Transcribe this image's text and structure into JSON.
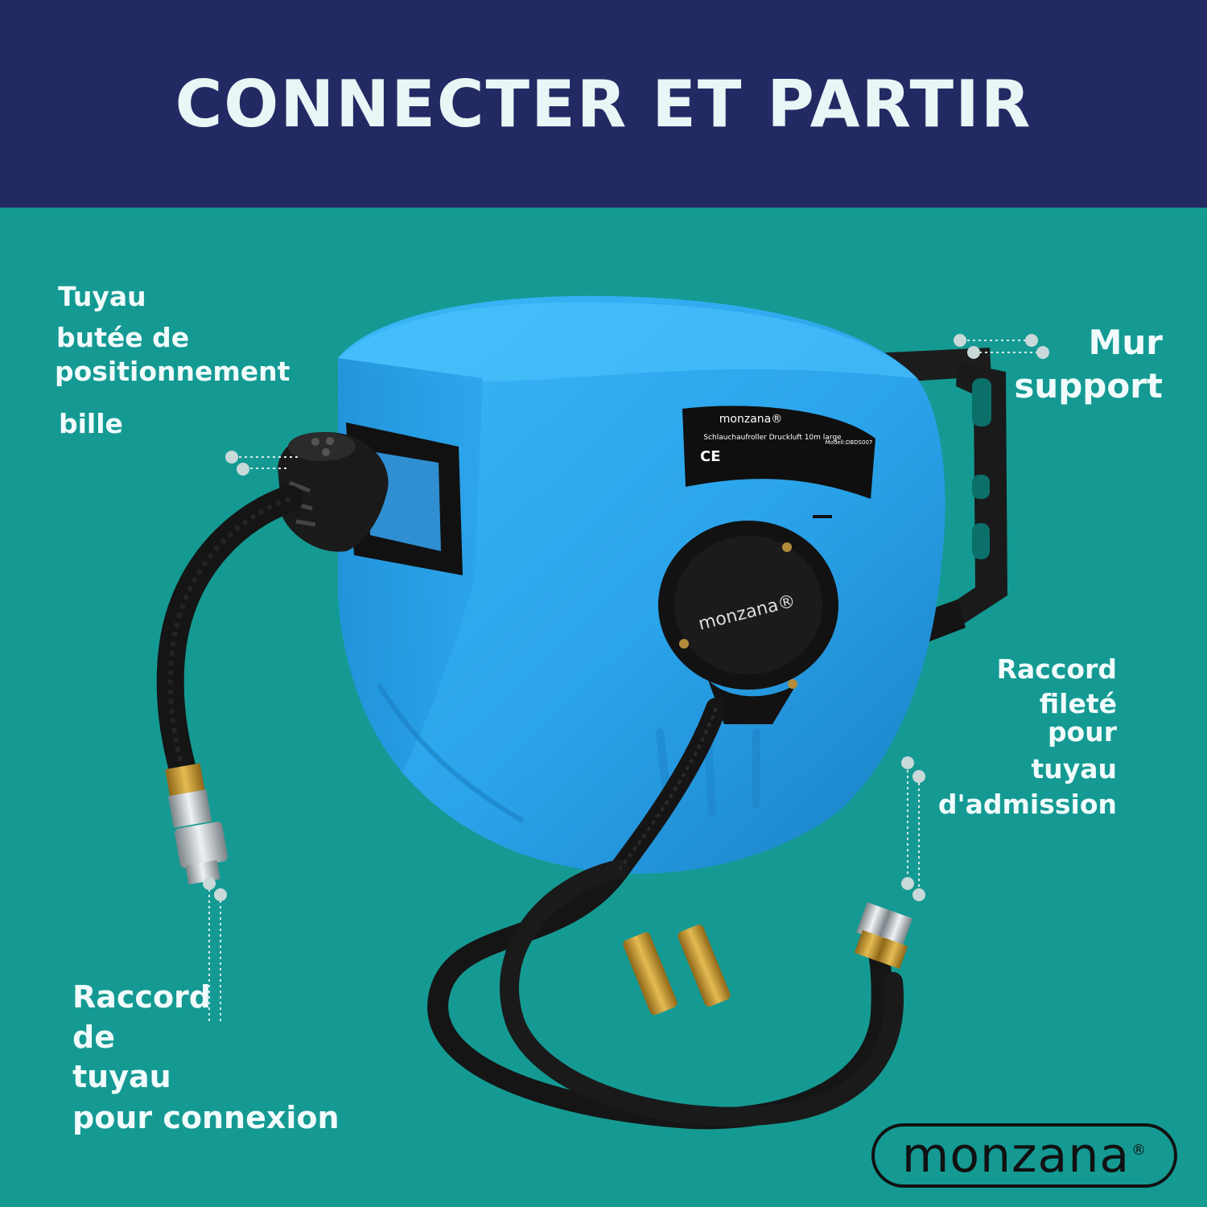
{
  "header": {
    "title": "CONNECTER ET PARTIR"
  },
  "labels": {
    "tuyau": "Tuyau",
    "butee_de": "butée de",
    "positionnement": "positionnement",
    "bille": "bille",
    "mur": "Mur",
    "support": "support",
    "raccord_filete_1": "Raccord",
    "raccord_filete_2": "fileté",
    "raccord_filete_3": "pour",
    "raccord_filete_4": "tuyau",
    "raccord_filete_5": "d'admission",
    "raccord_tuyau_1": "Raccord",
    "raccord_tuyau_2": "de",
    "raccord_tuyau_3": "tuyau",
    "raccord_tuyau_4": "pour connexion"
  },
  "product": {
    "plate_brand": "monzana®",
    "plate_line1": "Schlauchaufroller Druckluft 10m large",
    "plate_model": "Modell:DBDS007",
    "plate_ce": "CE",
    "hub_brand": "monzana®"
  },
  "brand_logo": {
    "name": "monzana",
    "mark": "®"
  },
  "colors": {
    "background": "#149a93",
    "header": "#232a63",
    "reel_blue": "#2aa3ea",
    "hose": "#151515",
    "brass": "#c9982f"
  }
}
